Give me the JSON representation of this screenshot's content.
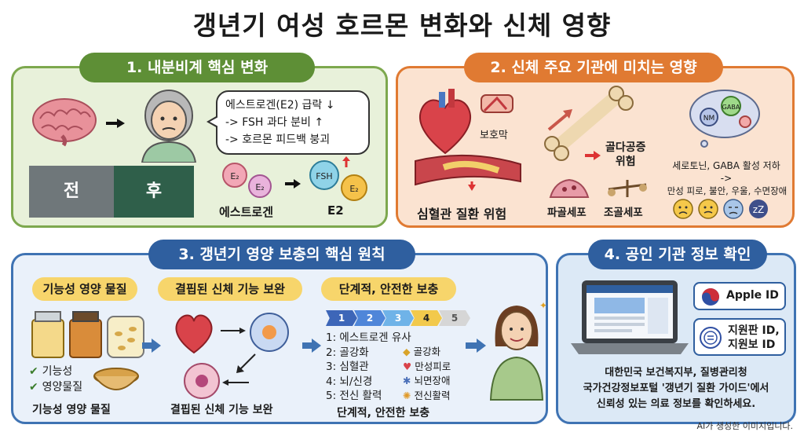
{
  "title": "갱년기 여성 호르몬 변화와 신체 영향",
  "panel1": {
    "title": "1. 내분비계 핵심 변화",
    "bubble": [
      "에스트로겐(E2) 급락 ↓",
      "-> FSH 과다 분비 ↑",
      "-> 호르몬 피드백 붕괴"
    ],
    "before": "전",
    "after": "후",
    "hormone_label": "에스트로겐",
    "e2_label": "E2",
    "fsh_label": "FSH",
    "e2_caption": "E2"
  },
  "panel2": {
    "title": "2. 신체 주요 기관에 미치는 영향",
    "membrane": "보호막",
    "cardio": "심혈관 질환 위험",
    "osteo": [
      "골다공증",
      "위험"
    ],
    "osteoclast": "파골세포",
    "osteoblast": "조골세포",
    "brain_effect": [
      "세로토닌, GABA 활성 저하",
      "->"
    ],
    "symptoms": "만성 피로, 불안, 우울, 수면장애",
    "nm": "NM",
    "gaba": "GABA"
  },
  "panel3": {
    "title": "3. 갱년기 영양 보충의 핵심 원칙",
    "sub1": "기능성 영양 물질",
    "sub2": "결핍된 신체 기능 보완",
    "sub3": "단계적, 안전한 보충",
    "check1": "기능성",
    "check2": "영양물질",
    "caption1": "기능성 영양 물질",
    "caption2": "결핍된 신체 기능 보완",
    "steps": [
      "1",
      "2",
      "3",
      "4",
      "5"
    ],
    "list": [
      "1: 에스트로겐 유사",
      "2: 골강화",
      "3: 심혈관",
      "4: 뇌/신경",
      "5: 전신 활력"
    ],
    "list_caption": "단계적, 안전한 보충",
    "icons": [
      "골강화",
      "만성피로",
      "뇌면장애",
      "전신활력"
    ]
  },
  "panel4": {
    "title": "4. 공인 기관 정보 확인",
    "apple_id": "Apple ID",
    "gov_id": [
      "지원판 ID,",
      "지원보 ID"
    ],
    "desc": [
      "대한민국 보건복지부, 질병관리청",
      "국가건강정보포털 '갱년기 질환 가이드'에서",
      "신뢰성 있는 의료 정보를 확인하세요."
    ]
  },
  "footnote": "AI가 생성한 이미지입니다.",
  "colors": {
    "green": "#7da84e",
    "orange": "#e07a32",
    "blue": "#2f5f9f",
    "yellow": "#f7d56b"
  }
}
